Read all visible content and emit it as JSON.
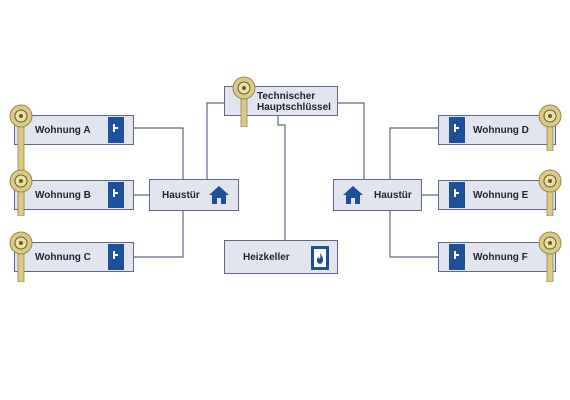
{
  "nodes": {
    "wohnung_a": "Wohnung A",
    "wohnung_b": "Wohnung B",
    "wohnung_c": "Wohnung C",
    "wohnung_d": "Wohnung D",
    "wohnung_e": "Wohnung E",
    "wohnung_f": "Wohnung F",
    "haustuer_left": "Haustür",
    "haustuer_right": "Haustür",
    "master_line1": "Technischer",
    "master_line2": "Hauptschlüssel",
    "heizkeller": "Heizkeller"
  },
  "icons": {
    "key": "key-icon",
    "door": "door-icon",
    "house": "house-icon",
    "boiler": "boiler-icon"
  },
  "colors": {
    "box_fill": "#e2e4ee",
    "box_border": "#5e6787",
    "accent": "#1e4f9a",
    "key_gold": "#d9c98a"
  }
}
